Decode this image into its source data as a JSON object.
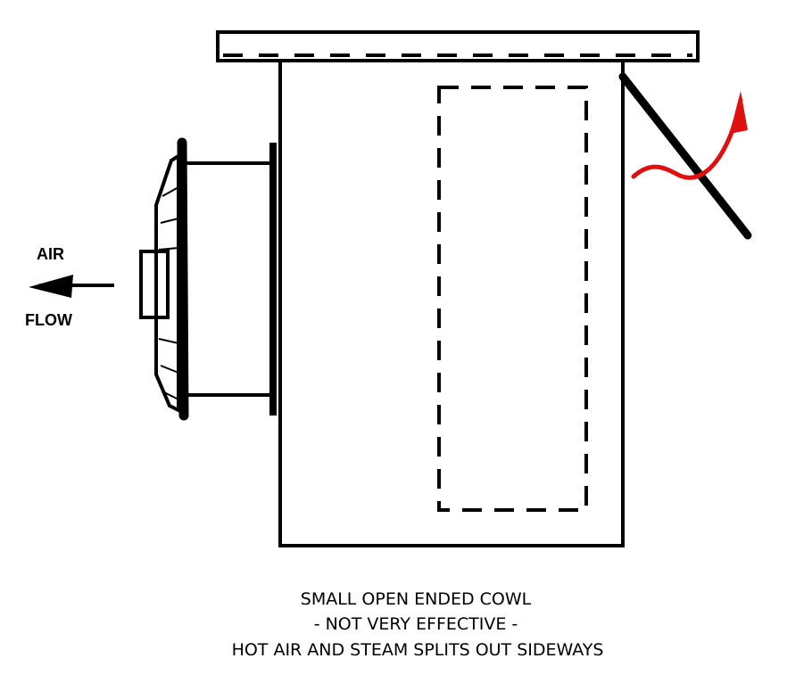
{
  "airflow": {
    "line1": "AIR",
    "line2": "FLOW"
  },
  "caption": {
    "line1": "SMALL OPEN ENDED COWL",
    "line2": "- NOT VERY EFFECTIVE -",
    "line3": "HOT AIR AND STEAM SPLITS OUT SIDEWAYS"
  },
  "colors": {
    "steam_arrow": "#e01010",
    "ink": "#000000"
  }
}
